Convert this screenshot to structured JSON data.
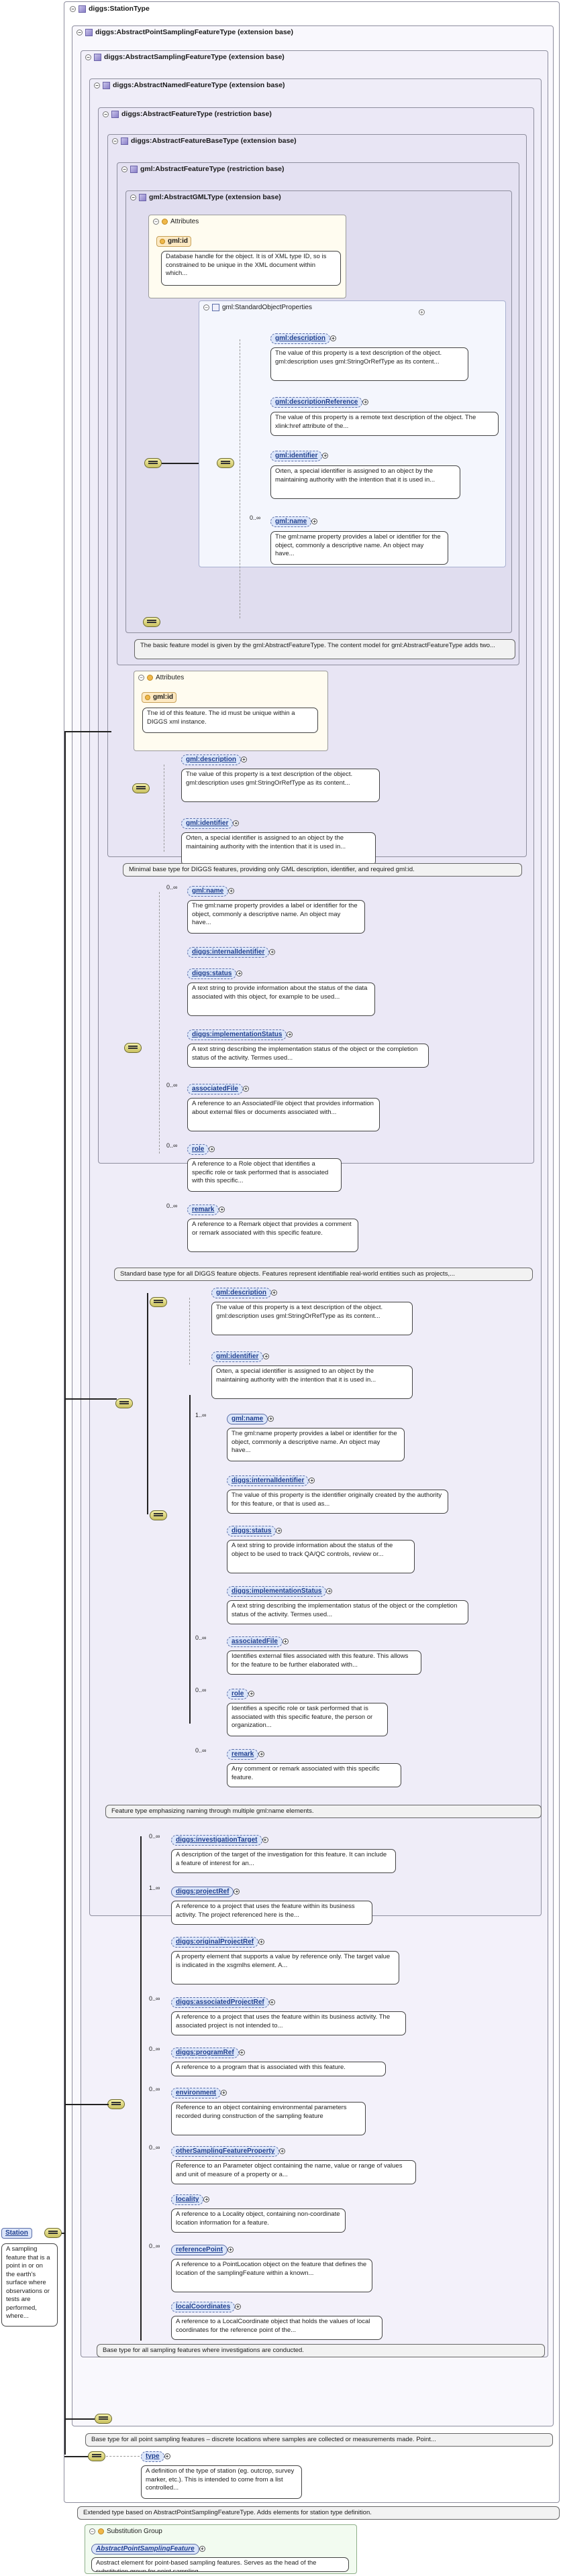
{
  "root": {
    "name": "Station",
    "doc": "A sampling feature that is a point in or on the earth's surface where observations or tests are performed, where..."
  },
  "types": {
    "station_type": "diggs:StationType",
    "t1": "diggs:AbstractPointSamplingFeatureType (extension base)",
    "t2": "diggs:AbstractSamplingFeatureType (extension base)",
    "t3": "diggs:AbstractNamedFeatureType (extension base)",
    "t4": "diggs:AbstractFeatureType (restriction base)",
    "t5": "diggs:AbstractFeatureBaseType (extension base)",
    "t6": "gml:AbstractFeatureType (restriction base)",
    "t7": "gml:AbstractGMLType (extension base)"
  },
  "attributes_label": "Attributes",
  "gml_block": {
    "attr": "gml:id",
    "attr_doc": "Database handle for the object. It is of XML type ID, so is constrained to be unique in the XML document within which...",
    "group": "gml:StandardObjectProperties",
    "items": [
      {
        "name": "gml:description",
        "doc": "The value of this property is a text description of the object. gml:description uses gml:StringOrRefType as its content..."
      },
      {
        "name": "gml:descriptionReference",
        "doc": "The value of this property is a remote text description of the object. The xlink:href attribute of the..."
      },
      {
        "name": "gml:identifier",
        "doc": "Often, a special identifier is assigned to an object by the maintaining authority with the intention that it is used in..."
      },
      {
        "name": "gml:name",
        "card": "0..∞",
        "doc": "The gml:name property provides a label or identifier for the object, commonly a descriptive name. An object may have..."
      }
    ],
    "type_doc": "The basic feature model is given by the gml:AbstractFeatureType. The content model for gml:AbstractFeatureType adds two..."
  },
  "feature_base": {
    "attr": "gml:id",
    "attr_doc": "The id of this feature. The id must be unique within a DIGGS xml instance.",
    "items": [
      {
        "name": "gml:description",
        "doc": "The value of this property is a text description of the object. gml:description uses gml:StringOrRefType as its content..."
      },
      {
        "name": "gml:identifier",
        "doc": "Often, a special identifier is assigned to an object by the maintaining authority with the intention that it is used in..."
      }
    ],
    "type_doc": "Minimal base type for DIGGS features, providing only GML description, identifier, and required gml:id."
  },
  "feature": {
    "items": [
      {
        "name": "gml:name",
        "card": "0..∞",
        "doc": "The gml:name property provides a label or identifier for the object, commonly a descriptive name. An object may have..."
      },
      {
        "name": "diggs:internalIdentifier",
        "card": "",
        "doc": ""
      },
      {
        "name": "diggs:status",
        "card": "",
        "doc": "A text string to provide information about the status of the data associated with this object, for example to be used..."
      },
      {
        "name": "diggs:implementationStatus",
        "card": "",
        "doc": "A text string describing the implementation status of the object or the completion status of the activity. Termes used..."
      },
      {
        "name": "associatedFile",
        "card": "0..∞",
        "doc": "A reference to an AssociatedFile object that provides information about external files or documents associated with..."
      },
      {
        "name": "role",
        "card": "0..∞",
        "doc": "A reference to a Role object that identifies a specific role or task performed that is associated with this specific..."
      },
      {
        "name": "remark",
        "card": "0..∞",
        "doc": "A reference to a Remark object that provides a comment or remark associated with this specific feature."
      }
    ],
    "type_doc": "Standard base type for all DIGGS feature objects. Features represent identifiable real-world entities such as projects,..."
  },
  "named": {
    "items": [
      {
        "name": "gml:description",
        "card": "",
        "doc": "The value of this property is a text description of the object. gml:description uses gml:StringOrRefType as its content..."
      },
      {
        "name": "gml:identifier",
        "card": "",
        "doc": "Often, a special identifier is assigned to an object by the maintaining authority with the intention that it is used in..."
      },
      {
        "name": "gml:name",
        "card": "1..∞",
        "doc": "The gml:name property provides a label or identifier for the object, commonly a descriptive name. An object may have..."
      },
      {
        "name": "diggs:internalIdentifier",
        "card": "",
        "doc": "The value of this property is the identifier originally created by the authority for this feature, or that is used as..."
      },
      {
        "name": "diggs:status",
        "card": "",
        "doc": "A text string to provide information about the status of the object to be used to track QA/QC controls, review or..."
      },
      {
        "name": "diggs:implementationStatus",
        "card": "",
        "doc": "A text string describing the implementation status of the object or the completion status of the activity. Termes used..."
      },
      {
        "name": "associatedFile",
        "card": "0..∞",
        "doc": "Identifies external files associated with this feature. This allows for the feature to be further elaborated with..."
      },
      {
        "name": "role",
        "card": "0..∞",
        "doc": "Identifies a specific role or task performed that is associated with this specific feature, the person or organization..."
      },
      {
        "name": "remark",
        "card": "0..∞",
        "doc": "Any comment or remark associated with this specific feature."
      }
    ],
    "type_doc": "Feature type emphasizing naming through multiple gml:name elements."
  },
  "sampling": {
    "items": [
      {
        "name": "diggs:investigationTarget",
        "card": "0..∞",
        "doc": "A description of the target of the investigation for this feature. It can include a feature of interest for an..."
      },
      {
        "name": "diggs:projectRef",
        "card": "1..∞",
        "doc": "A reference to a project that uses the feature within its business activity. The project referenced here is the..."
      },
      {
        "name": "diggs:originalProjectRef",
        "card": "",
        "doc": "A property element that supports a value by reference only. The target value is indicated in the xsgmlhs element. A..."
      },
      {
        "name": "diggs:associatedProjectRef",
        "card": "0..∞",
        "doc": "A reference to a project that uses the feature within its business activity. The associated project is not intended to..."
      },
      {
        "name": "diggs:programRef",
        "card": "0..∞",
        "doc": "A reference to a program that is associated with this feature."
      },
      {
        "name": "environment",
        "card": "0..∞",
        "doc": "Reference to an object containing environmental parameters recorded during construction of the sampling feature"
      },
      {
        "name": "otherSamplingFeatureProperty",
        "card": "0..∞",
        "doc": "Reference to an Parameter object containing the name, value or range of values and unit of measure of a property or a..."
      },
      {
        "name": "locality",
        "card": "",
        "doc": "A reference to a Locality object, containing non-coordinate location information for a feature."
      },
      {
        "name": "referencePoint",
        "card": "0..∞",
        "doc": "A reference to a PointLocation object on the feature that defines the location of the samplingFeature within a known..."
      },
      {
        "name": "localCoordinates",
        "card": "",
        "doc": "A reference to a LocalCoordinate object that holds the values of local coordinates for the reference point of the..."
      }
    ],
    "type_doc": "Base type for all sampling features where investigations are conducted."
  },
  "point_sampling": {
    "type_doc": "Base type for all point sampling features – discrete locations where samples are collected or measurements made. Point..."
  },
  "station": {
    "items": [
      {
        "name": "type",
        "card": "",
        "doc": "A definition of the type of station (eg. outcrop, survey marker, etc.). This is intended to come from a list controlled..."
      }
    ],
    "type_doc": "Extended type based on AbstractPointSamplingFeatureType. Adds elements for station type definition."
  },
  "substitution": {
    "title": "Substitution Group",
    "element": "AbstractPointSamplingFeature",
    "doc": "Abstract element for point-based sampling features. Serves as the head of the substitution group for point sampling..."
  }
}
